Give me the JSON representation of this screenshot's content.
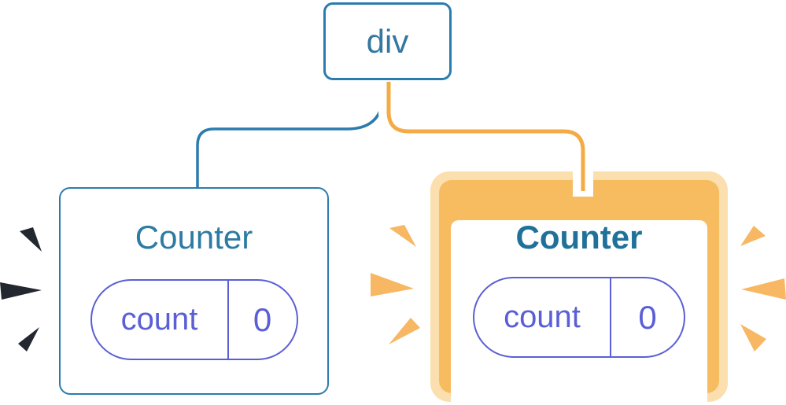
{
  "diagram": {
    "root": {
      "label": "div"
    },
    "children": [
      {
        "title": "Counter",
        "state": {
          "key": "count",
          "value": "0"
        },
        "highlighted": false
      },
      {
        "title": "Counter",
        "state": {
          "key": "count",
          "value": "0"
        },
        "highlighted": true
      }
    ]
  },
  "colors": {
    "tree_blue": "#2b7cae",
    "node_text_blue": "#34779f",
    "title_blue": "#2d7ba3",
    "title_blue_bold": "#20719a",
    "state_purple": "#5a5fd6",
    "highlight_orange_line": "#f5ab45",
    "highlight_ring_orange": "#f8bc60",
    "highlight_ring_light": "#fbdfae",
    "burst_active_orange": "#f7b763",
    "burst_inactive_dark": "#23272f",
    "edge_casing_white": "#ffffff"
  },
  "icons": {
    "burst": "burst-rays-icon"
  }
}
